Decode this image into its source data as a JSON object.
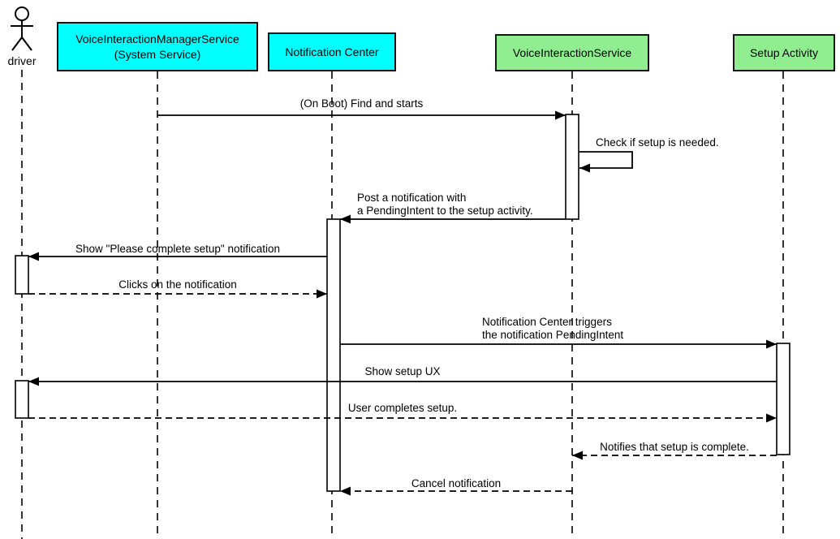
{
  "participants": [
    {
      "id": "driver",
      "label": "driver",
      "kind": "actor"
    },
    {
      "id": "voice-interaction-manager-service",
      "label": "VoiceInteractionManagerService\n(System Service)",
      "kind": "box",
      "fill": "#00ffff"
    },
    {
      "id": "notification-center",
      "label": "Notification Center",
      "kind": "box",
      "fill": "#00ffff"
    },
    {
      "id": "voice-interaction-service",
      "label": "VoiceInteractionService",
      "kind": "box",
      "fill": "#90ee90"
    },
    {
      "id": "setup-activity",
      "label": "Setup Activity",
      "kind": "box",
      "fill": "#90ee90"
    }
  ],
  "messages": [
    {
      "label": "(On Boot) Find and starts",
      "from": "VoiceInteractionManagerService (System Service)",
      "to": "VoiceInteractionService",
      "line": "solid"
    },
    {
      "label": "Check if setup is needed.",
      "from": "VoiceInteractionService",
      "to": "VoiceInteractionService",
      "line": "solid"
    },
    {
      "label": "Post a notification with\na PendingIntent to the setup activity.",
      "from": "VoiceInteractionService",
      "to": "Notification Center",
      "line": "solid"
    },
    {
      "label": "Show \"Please complete setup\" notification",
      "from": "Notification Center",
      "to": "driver",
      "line": "solid"
    },
    {
      "label": "Clicks on the notification",
      "from": "driver",
      "to": "Notification Center",
      "line": "dashed"
    },
    {
      "label": "Notification Center triggers\nthe notification PendingIntent",
      "from": "Notification Center",
      "to": "Setup Activity",
      "line": "solid"
    },
    {
      "label": "Show setup UX",
      "from": "Setup Activity",
      "to": "driver",
      "line": "solid"
    },
    {
      "label": "User completes setup.",
      "from": "driver",
      "to": "Setup Activity",
      "line": "dashed"
    },
    {
      "label": "Notifies that setup is complete.",
      "from": "Setup Activity",
      "to": "VoiceInteractionService",
      "line": "dashed"
    },
    {
      "label": "Cancel notification",
      "from": "VoiceInteractionService",
      "to": "Notification Center",
      "line": "dashed"
    }
  ],
  "colors": {
    "service_box_fill": "#00ffff",
    "activity_box_fill": "#90ee90",
    "line": "#000000",
    "background": "#ffffff"
  }
}
